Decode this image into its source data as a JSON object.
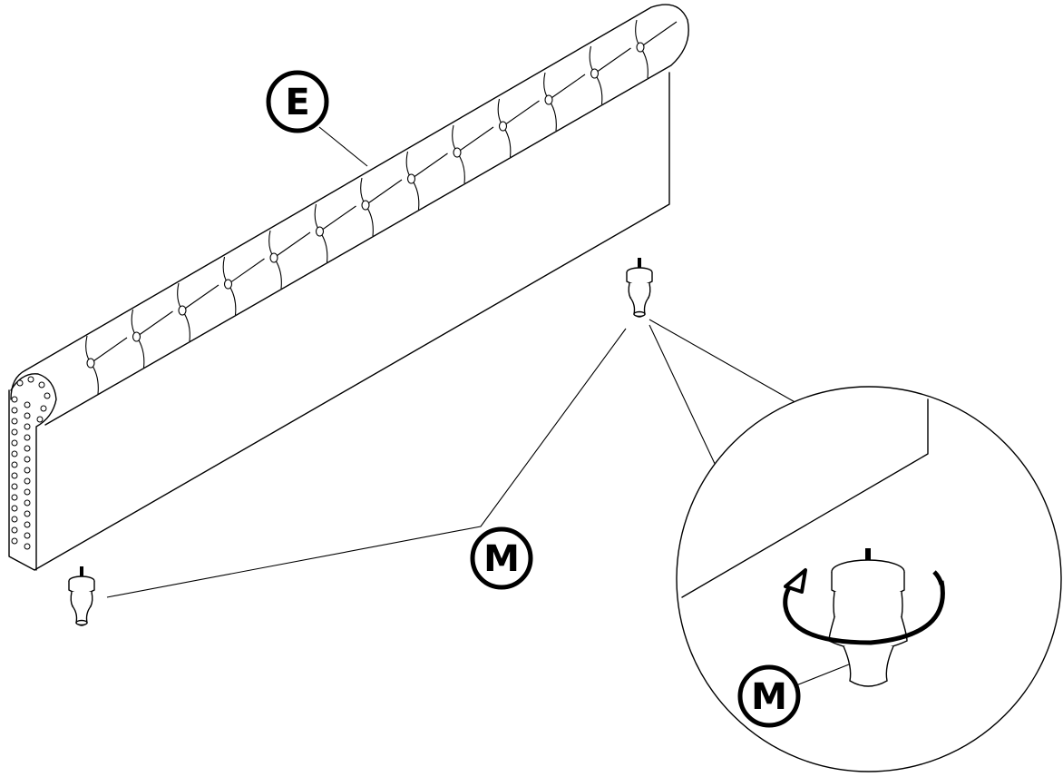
{
  "labels": {
    "headboard": "E",
    "leg_upper": "M",
    "leg_detail": "M"
  },
  "parts": {
    "headboard": "headboard",
    "leg": "leg",
    "thread": "threaded-bolt",
    "arrow": "rotate-arrow"
  },
  "colors": {
    "line": "#000000",
    "background": "#ffffff"
  }
}
